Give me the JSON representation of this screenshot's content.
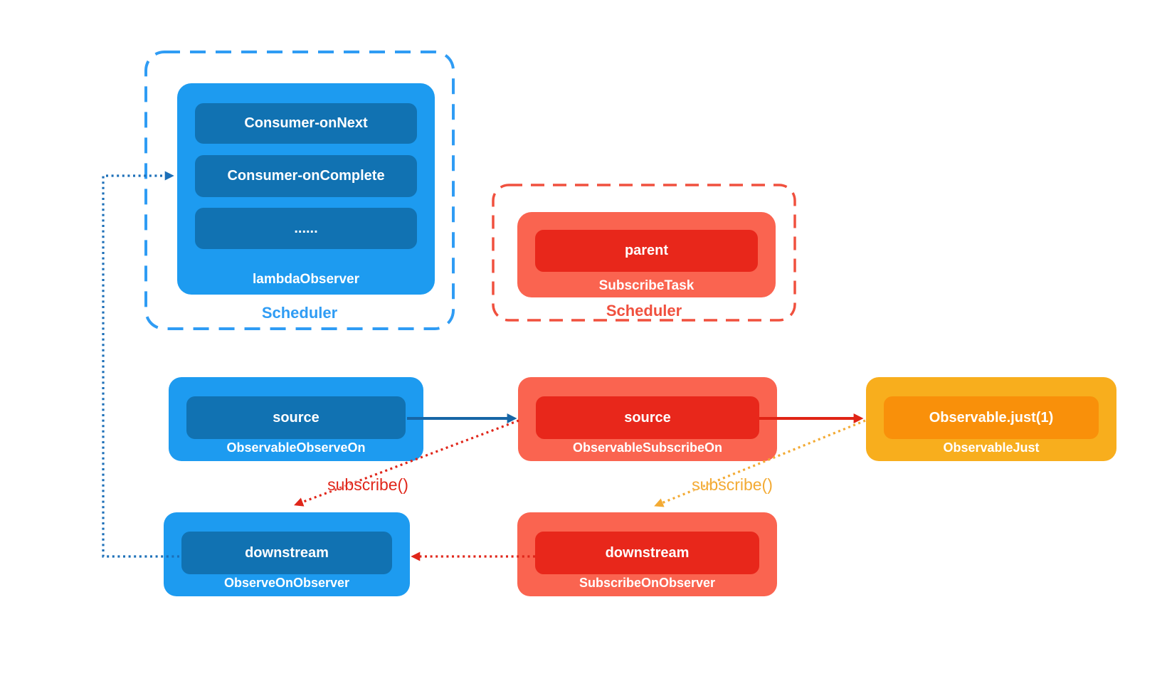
{
  "diagram": {
    "background": "#ffffff",
    "schedulers": {
      "observe": {
        "caption": "Scheduler",
        "box_label": "lambdaObserver",
        "items": [
          "Consumer-onNext",
          "Consumer-onComplete",
          "......"
        ]
      },
      "subscribe": {
        "caption": "Scheduler",
        "box_label": "SubscribeTask",
        "items": [
          "parent"
        ]
      }
    },
    "nodes": {
      "observe_on": {
        "field": "source",
        "label": "ObservableObserveOn"
      },
      "subscribe_on": {
        "field": "source",
        "label": "ObservableSubscribeOn"
      },
      "just": {
        "field": "Observable.just(1)",
        "label": "ObservableJust"
      },
      "observe_on_observer": {
        "field": "downstream",
        "label": "ObserveOnObserver"
      },
      "subscribe_on_observer": {
        "field": "downstream",
        "label": "SubscribeOnObserver"
      }
    },
    "edge_labels": {
      "red_subscribe": "subscribe()",
      "yellow_subscribe": "subscribe()"
    },
    "colors": {
      "blue": "#1D9BF0",
      "blue_dark": "#1172B2",
      "blue_dashed_border": "#2F9CF4",
      "blue_solid_arrow": "#1766A6",
      "blue_dotted_arrow": "#1C6FB8",
      "salmon": "#FA6450",
      "red_dark": "#E8271B",
      "red_dashed_border": "#F0503E",
      "red_solid_arrow": "#E02415",
      "red_dotted_arrow": "#E0261A",
      "orange": "#F8AE1D",
      "orange_dark": "#F9900A",
      "yellow_dotted_arrow": "#F3AA33"
    }
  }
}
